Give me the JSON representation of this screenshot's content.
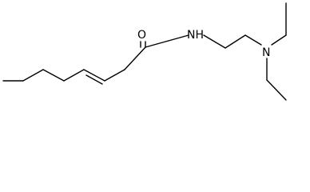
{
  "molecule": {
    "atoms": {
      "oxygen": "O",
      "amide_nitrogen": "NH",
      "amine_nitrogen": "N"
    },
    "colors": {
      "bond": "#000000",
      "label": "#000000",
      "background": "#ffffff"
    }
  }
}
